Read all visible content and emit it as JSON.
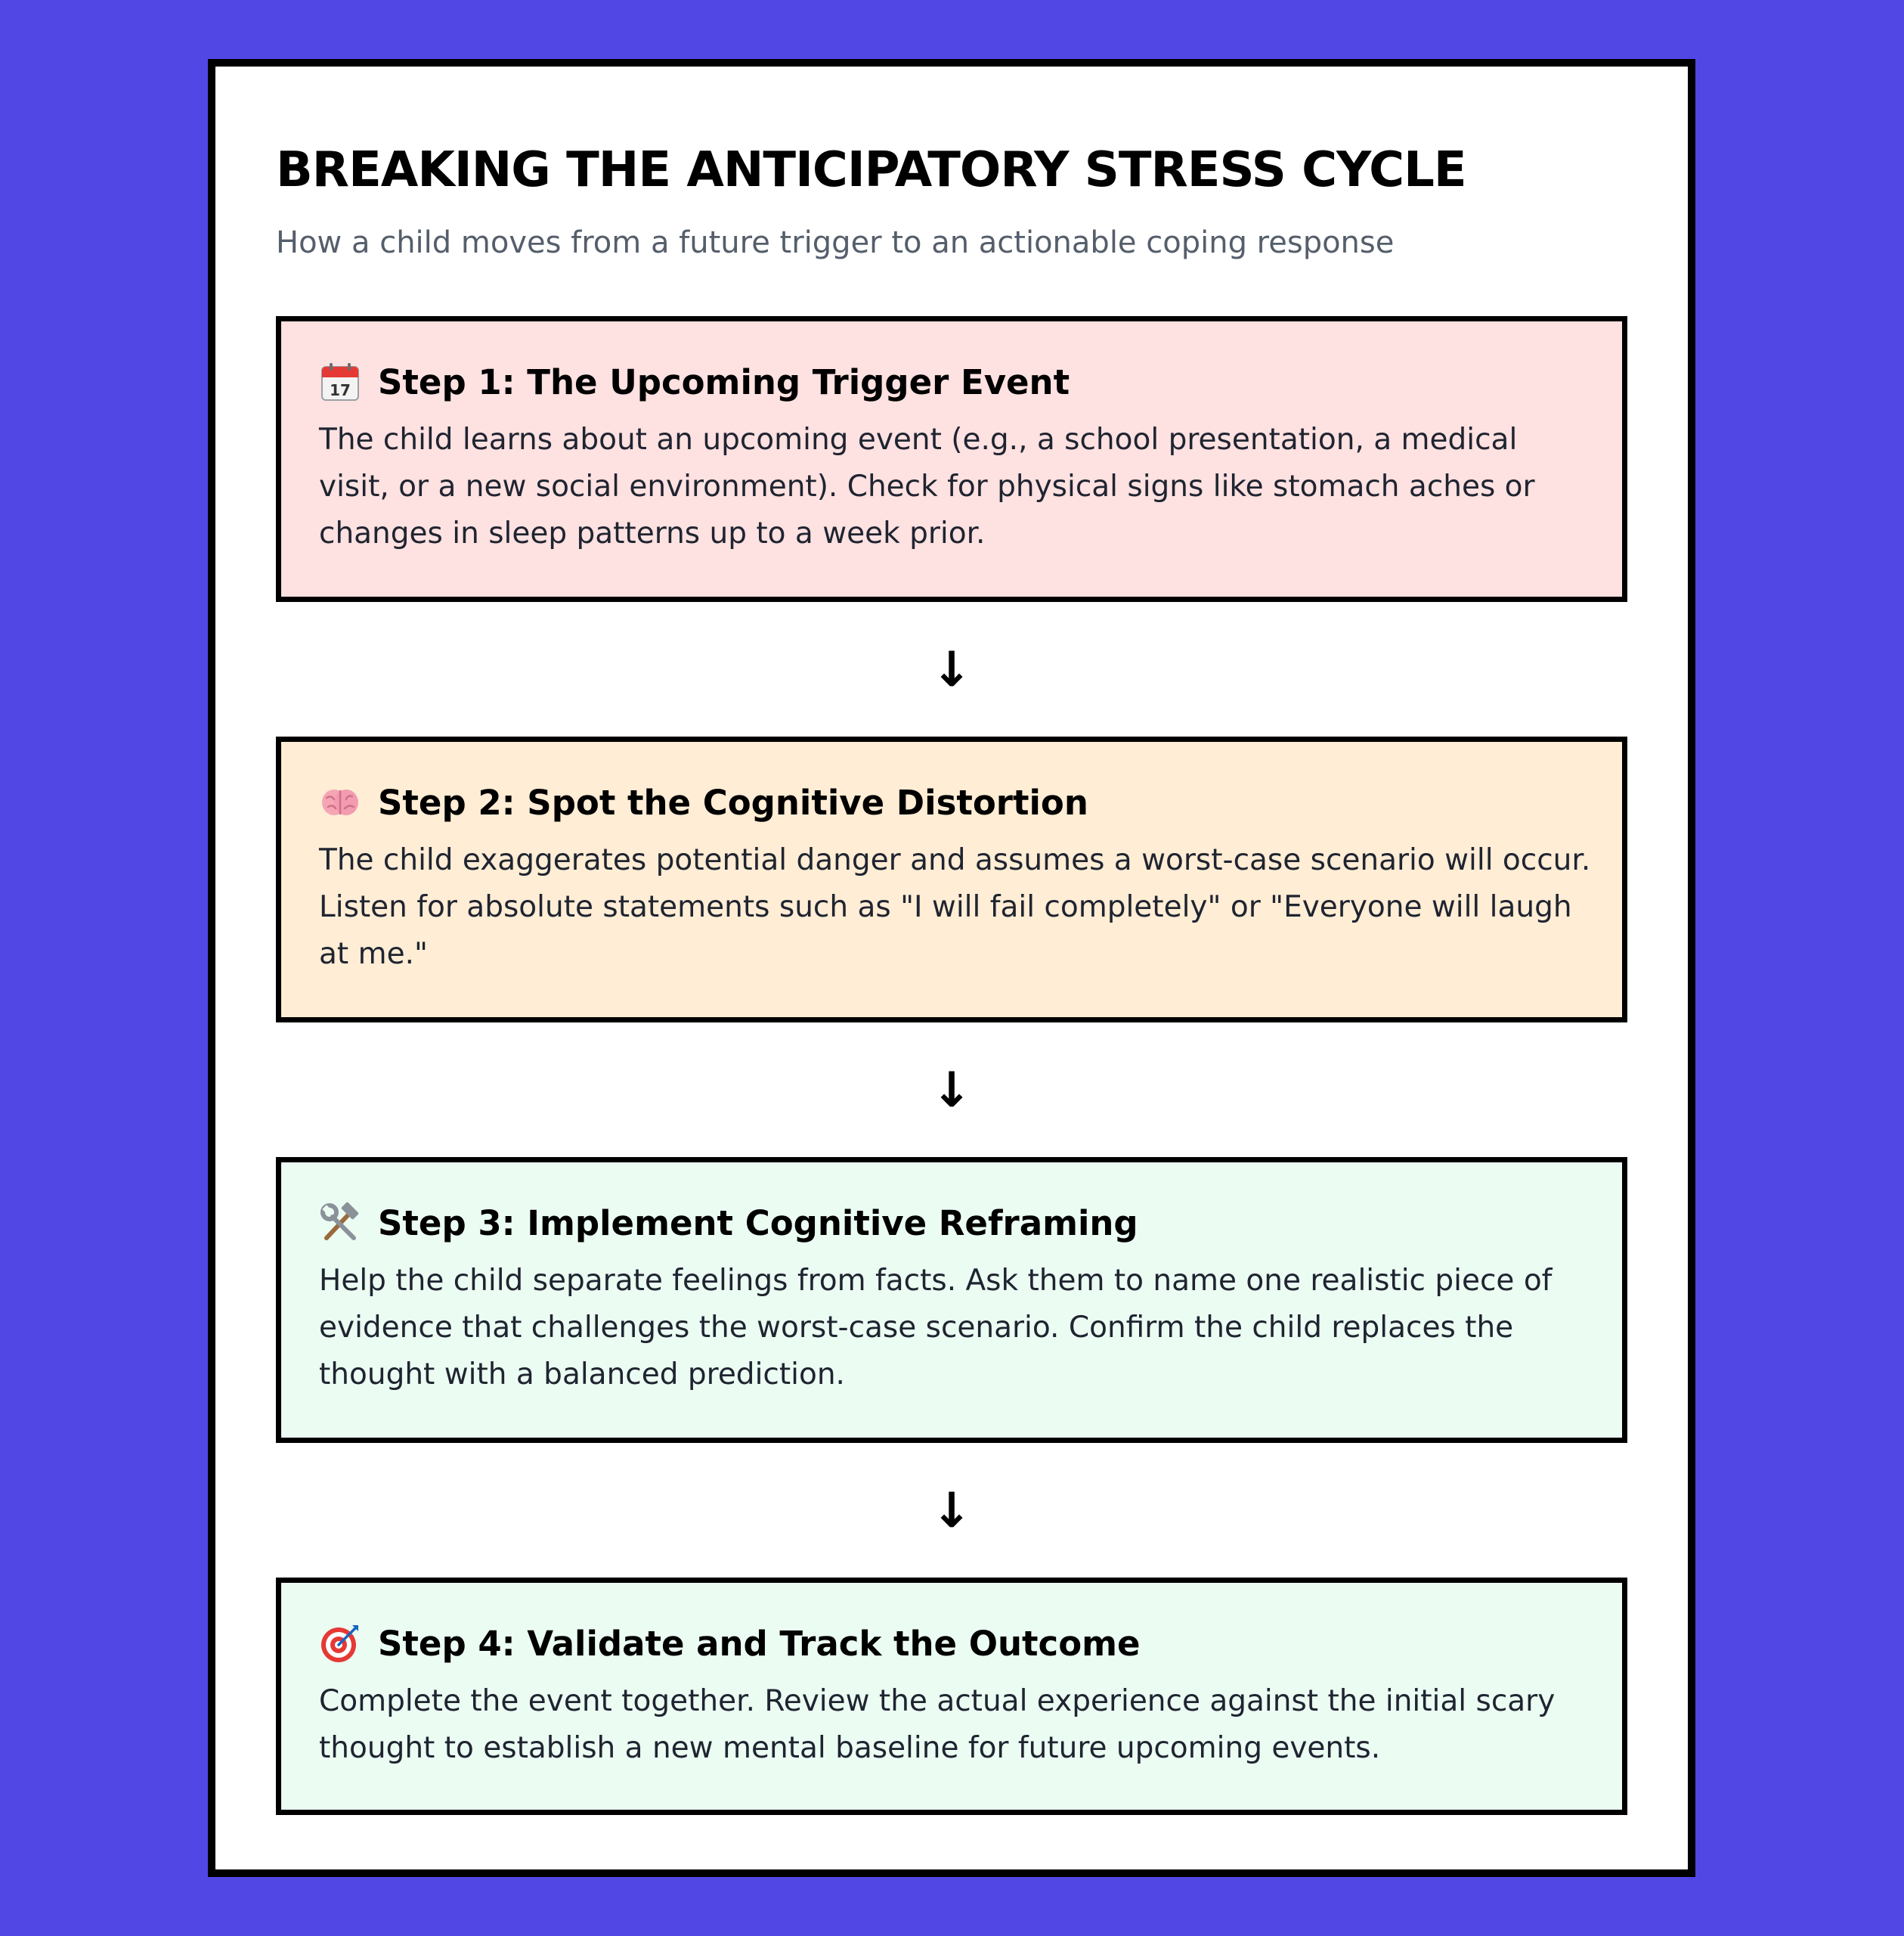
{
  "title": "BREAKING THE ANTICIPATORY STRESS CYCLE",
  "subtitle": "How a child moves from a future trigger to an actionable coping response",
  "colors": {
    "background": "#5047e5",
    "card": "#ffffff",
    "step1_fill": "#fee1e1",
    "step2_fill": "#ffedd5",
    "step3_fill": "#ebfcf3",
    "step4_fill": "#ebfcf3"
  },
  "arrow_glyph": "↓",
  "steps": [
    {
      "icon": "calendar-icon",
      "title": "Step 1: The Upcoming Trigger Event",
      "body": "The child learns about an upcoming event (e.g., a school presentation, a medical visit, or a new social environment). Check for physical signs like stomach aches or changes in sleep patterns up to a week prior."
    },
    {
      "icon": "brain-icon",
      "title": "Step 2: Spot the Cognitive Distortion",
      "body": "The child exaggerates potential danger and assumes a worst-case scenario will occur. Listen for absolute statements such as \"I will fail completely\" or \"Everyone will laugh at me.\""
    },
    {
      "icon": "hammer-wrench-icon",
      "title": "Step 3: Implement Cognitive Reframing",
      "body": "Help the child separate feelings from facts. Ask them to name one realistic piece of evidence that challenges the worst-case scenario. Confirm the child replaces the thought with a balanced prediction."
    },
    {
      "icon": "target-icon",
      "title": "Step 4: Validate and Track the Outcome",
      "body": "Complete the event together. Review the actual experience against the initial scary thought to establish a new mental baseline for future upcoming events."
    }
  ]
}
